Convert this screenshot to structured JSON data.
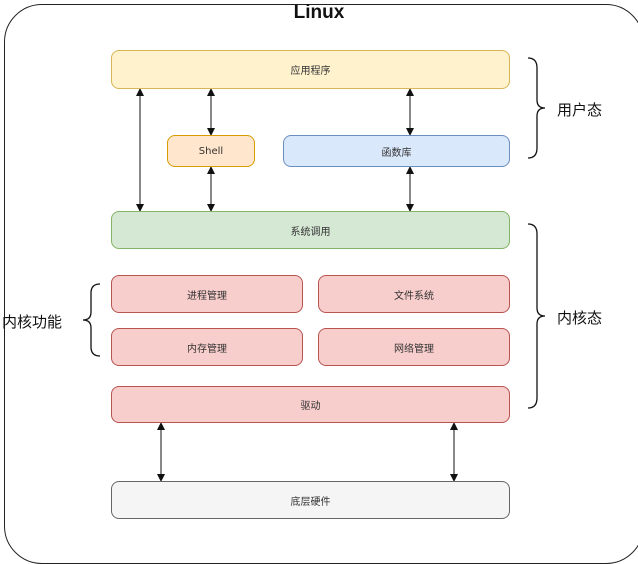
{
  "title": "Linux",
  "boxes": {
    "apps": "应用程序",
    "shell": "Shell",
    "library": "函数库",
    "syscall": "系统调用",
    "process_mgmt": "进程管理",
    "file_system": "文件系统",
    "memory_mgmt": "内存管理",
    "network_mgmt": "网络管理",
    "driver": "驱动",
    "hardware": "底层硬件"
  },
  "labels": {
    "user_mode": "用户态",
    "kernel_mode": "内核态",
    "kernel_functions": "内核功能"
  },
  "colors": {
    "apps": "#fff2cc",
    "shell": "#ffe6cc",
    "library": "#dae8fc",
    "syscall": "#d5e8d4",
    "kernel": "#f8cecc",
    "hardware": "#f5f5f5"
  }
}
